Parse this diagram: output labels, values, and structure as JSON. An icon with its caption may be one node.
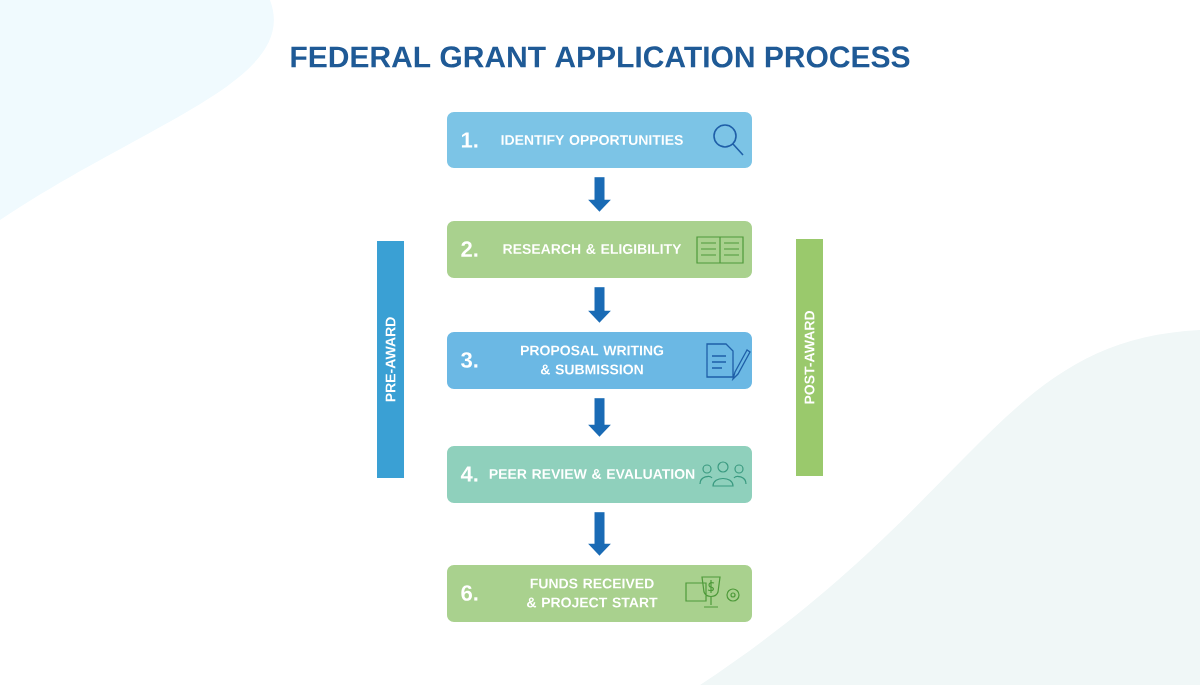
{
  "diagram": {
    "title": "FEDERAL GRANT APPLICATION PROCESS",
    "nodes": [
      {
        "text": [
          "1.",
          "IDENTIFY OPPORTUNITIES"
        ]
      },
      {
        "text": [
          "2.",
          "RESEARCH & ELIGIBILITY"
        ]
      },
      {
        "text": [
          "3.",
          "PROPOSAL WRITING & SUBMISSION"
        ]
      },
      {
        "text": [
          "4.",
          "PEER REVIEW & EVALUATION"
        ]
      },
      {
        "text": [
          "6.",
          "FUNDS RECEIVED & PROJECT START"
        ]
      },
      {
        "text": [
          "PRE-AWARD"
        ]
      },
      {
        "text": [
          "POST-AWARD"
        ]
      }
    ],
    "edges": [
      {
        "from": 0,
        "to": 1,
        "arrow": "to"
      },
      {
        "from": 1,
        "to": 2,
        "arrow": "to"
      },
      {
        "from": 2,
        "to": 3,
        "arrow": "to"
      },
      {
        "from": 3,
        "to": 4,
        "arrow": "to"
      }
    ]
  }
}
